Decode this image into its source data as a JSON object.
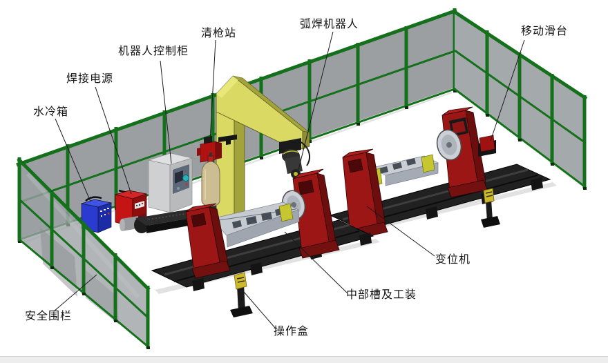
{
  "labels": [
    {
      "id": "water-cooler",
      "text": "水冷箱"
    },
    {
      "id": "welding-power",
      "text": "焊接电源"
    },
    {
      "id": "robot-control-cabinet",
      "text": "机器人控制柜"
    },
    {
      "id": "torch-cleaning-station",
      "text": "清枪站"
    },
    {
      "id": "arc-welding-robot",
      "text": "弧焊机器人"
    },
    {
      "id": "moving-slide",
      "text": "移动滑台"
    },
    {
      "id": "safety-fence",
      "text": "安全围栏"
    },
    {
      "id": "operation-box",
      "text": "操作盒"
    },
    {
      "id": "middle-trough-tooling",
      "text": "中部槽及工装"
    },
    {
      "id": "positioner",
      "text": "变位机"
    }
  ],
  "colors": {
    "fence_frame_green": "#15701c",
    "fence_panel_gray": "#9b9fa2",
    "machine_red_front": "#9c1616",
    "machine_red_side": "#6d0e0e",
    "gantry_yellow_front": "#d9d964",
    "gantry_yellow_side": "#a3a33c",
    "water_cooler_blue": "#2b3bd0",
    "welding_power_red": "#c41414",
    "control_cabinet_gray": "#cfd0d2",
    "cabinet_panel_teal": "#27b3bb",
    "workpiece_gray": "#c6cbd2",
    "clamp_yellow": "#c6c630",
    "base_frame_black": "#212121",
    "gas_cylinder_tan": "#cdbd92",
    "background": "#ffffff"
  }
}
